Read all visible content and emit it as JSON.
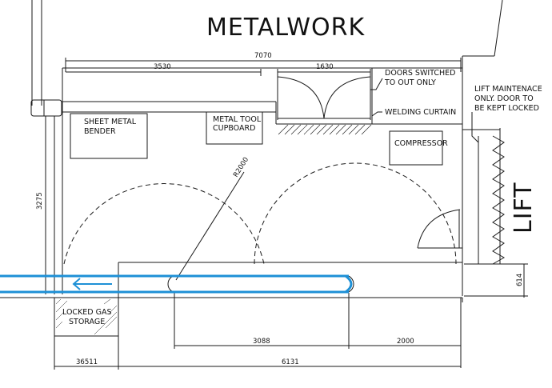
{
  "title": "METALWORK",
  "labels": {
    "doors_switched_1": "DOORS SWITCHED",
    "doors_switched_2": "TO OUT ONLY",
    "welding_curtain": "WELDING CURTAIN",
    "lift_maint_1": "LIFT MAINTENACE",
    "lift_maint_2": "ONLY. DOOR TO",
    "lift_maint_3": "BE KEPT LOCKED",
    "sheet_metal_1": "SHEET METAL",
    "sheet_metal_2": "BENDER",
    "metal_tool_1": "METAL TOOL",
    "metal_tool_2": "CUPBOARD",
    "compressor": "COMPRESSOR",
    "lift": "LIFT",
    "locked_gas_1": "LOCKED GAS",
    "locked_gas_2": "STORAGE",
    "radius": "R2000"
  },
  "dimensions": {
    "overall_width": "7070",
    "left_width": "3530",
    "door_width": "1630",
    "left_height": "3275",
    "bench_gap": "614",
    "slot_length": "3088",
    "slot_to_end": "2000",
    "gas_width": "36511",
    "bench_width": "6131"
  },
  "colors": {
    "line": "#1a1a1a",
    "path_blue": "#1e90d6"
  }
}
